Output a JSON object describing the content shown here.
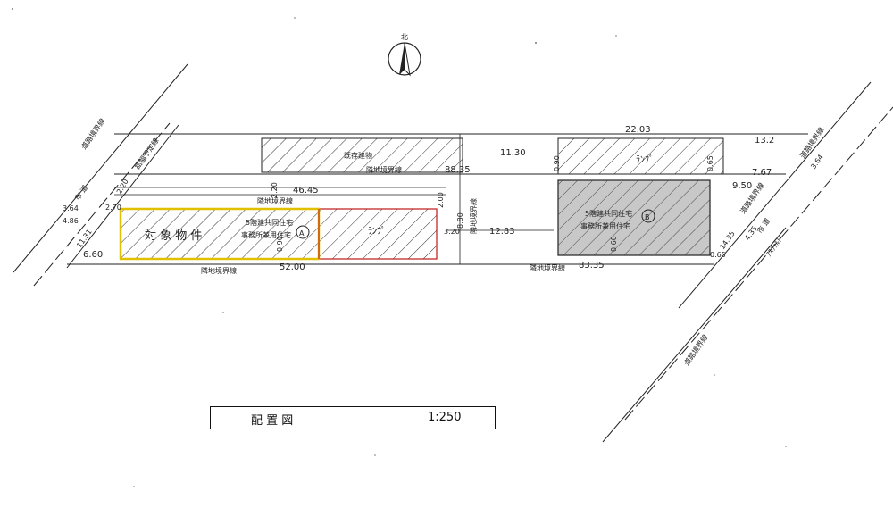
{
  "north": {
    "label": "北"
  },
  "scale_box": {
    "title": "配 置 図",
    "scale": "1:250"
  },
  "subject": {
    "label": "対 象 物 件"
  },
  "buildings": {
    "a_label": "A",
    "a_text1": "5階建共同住宅",
    "a_text2": "事務所兼用住宅",
    "b_label": "B",
    "b_text1": "5階建共同住宅",
    "b_text2": "事務所兼用住宅",
    "existing": "既存建物",
    "parking_a": "ﾗﾝﾌﾟ",
    "parking_b": "ﾗﾝﾌﾟ"
  },
  "roads": {
    "left_boundary": "道路境界線",
    "left_road": "市 道",
    "left_setback": "拡幅予定線",
    "right_boundary_top": "道路境界線",
    "right_boundary_bottom": "道路境界線",
    "right_road": "市 道",
    "right_road2": "ｱｽﾌｧﾙﾄ"
  },
  "boundaries": {
    "site_top1": "隣地境界線",
    "site_top2": "隣地境界線",
    "site_bottom1": "隣地境界線",
    "site_bottom2": "隣地境界線",
    "side": "隣地境界線"
  },
  "dims": {
    "d2203": "22.03",
    "d132": "13.2",
    "d1130": "11.30",
    "d8835": "88.35",
    "d767": "7.67",
    "d950": "9.50",
    "d4645": "46.45",
    "d220a": "2.20",
    "d220b": "2.20",
    "d270": "2.70",
    "d200": "2.00",
    "d880": "8.80",
    "d320": "3.20",
    "d1283": "12.83",
    "d660": "6.60",
    "d5200": "52.00",
    "d8335": "83.35",
    "d1435": "14.35",
    "d435": "4.35",
    "d364a": "3.64",
    "d364b": "3.64",
    "d486": "4.86",
    "d1131": "11.31",
    "d090a": "0.90",
    "d090b": "0.90",
    "d065a": "0.65",
    "d065b": "0.65",
    "d060": "0.60"
  },
  "colors": {
    "subject_outline": "#e0c000",
    "subject_text": "#d02020",
    "red_line": "#c01818",
    "hatch": "#333333",
    "building_b_fill": "#c8c8c8"
  }
}
